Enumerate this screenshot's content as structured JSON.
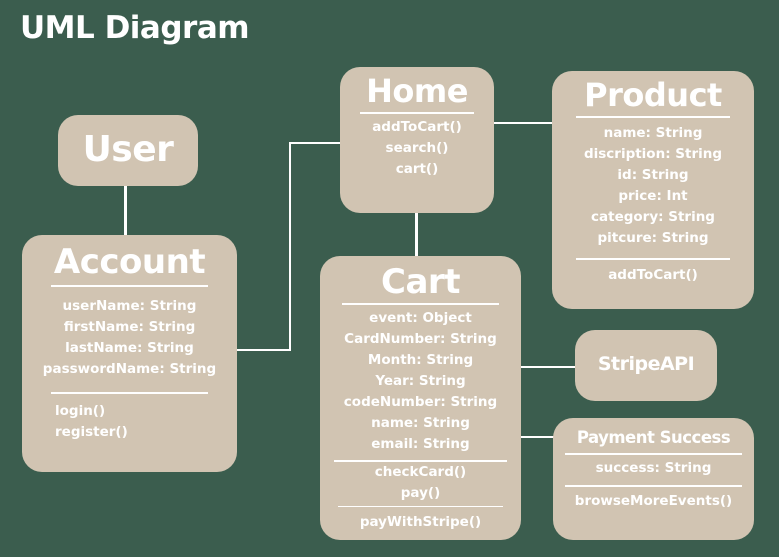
{
  "title": "UML Diagram",
  "classes": {
    "user": {
      "name": "User"
    },
    "account": {
      "name": "Account",
      "attributes": [
        "userName: String",
        "firstName: String",
        "lastName: String",
        "passwordName: String"
      ],
      "methods": [
        "login()",
        "register()"
      ]
    },
    "home": {
      "name": "Home",
      "methods": [
        "addToCart()",
        "search()",
        "cart()"
      ]
    },
    "product": {
      "name": "Product",
      "attributes": [
        "name: String",
        "discription: String",
        "id: String",
        "price: Int",
        "category: String",
        "pitcure: String"
      ],
      "methods": [
        "addToCart()"
      ]
    },
    "cart": {
      "name": "Cart",
      "attributes": [
        "event: Object",
        "CardNumber: String",
        "Month: String",
        "Year: String",
        "codeNumber: String",
        "name: String",
        "email: String"
      ],
      "methods": [
        "checkCard()",
        "pay()",
        "payWithStripe()"
      ]
    },
    "stripe": {
      "name": "StripeAPI"
    },
    "payment": {
      "name": "Payment Success",
      "attributes": [
        "success: String"
      ],
      "methods": [
        "browseMoreEvents()"
      ]
    }
  },
  "colors": {
    "background": "#3b5d4e",
    "box": "#d1c4b2",
    "text": "#ffffff"
  }
}
